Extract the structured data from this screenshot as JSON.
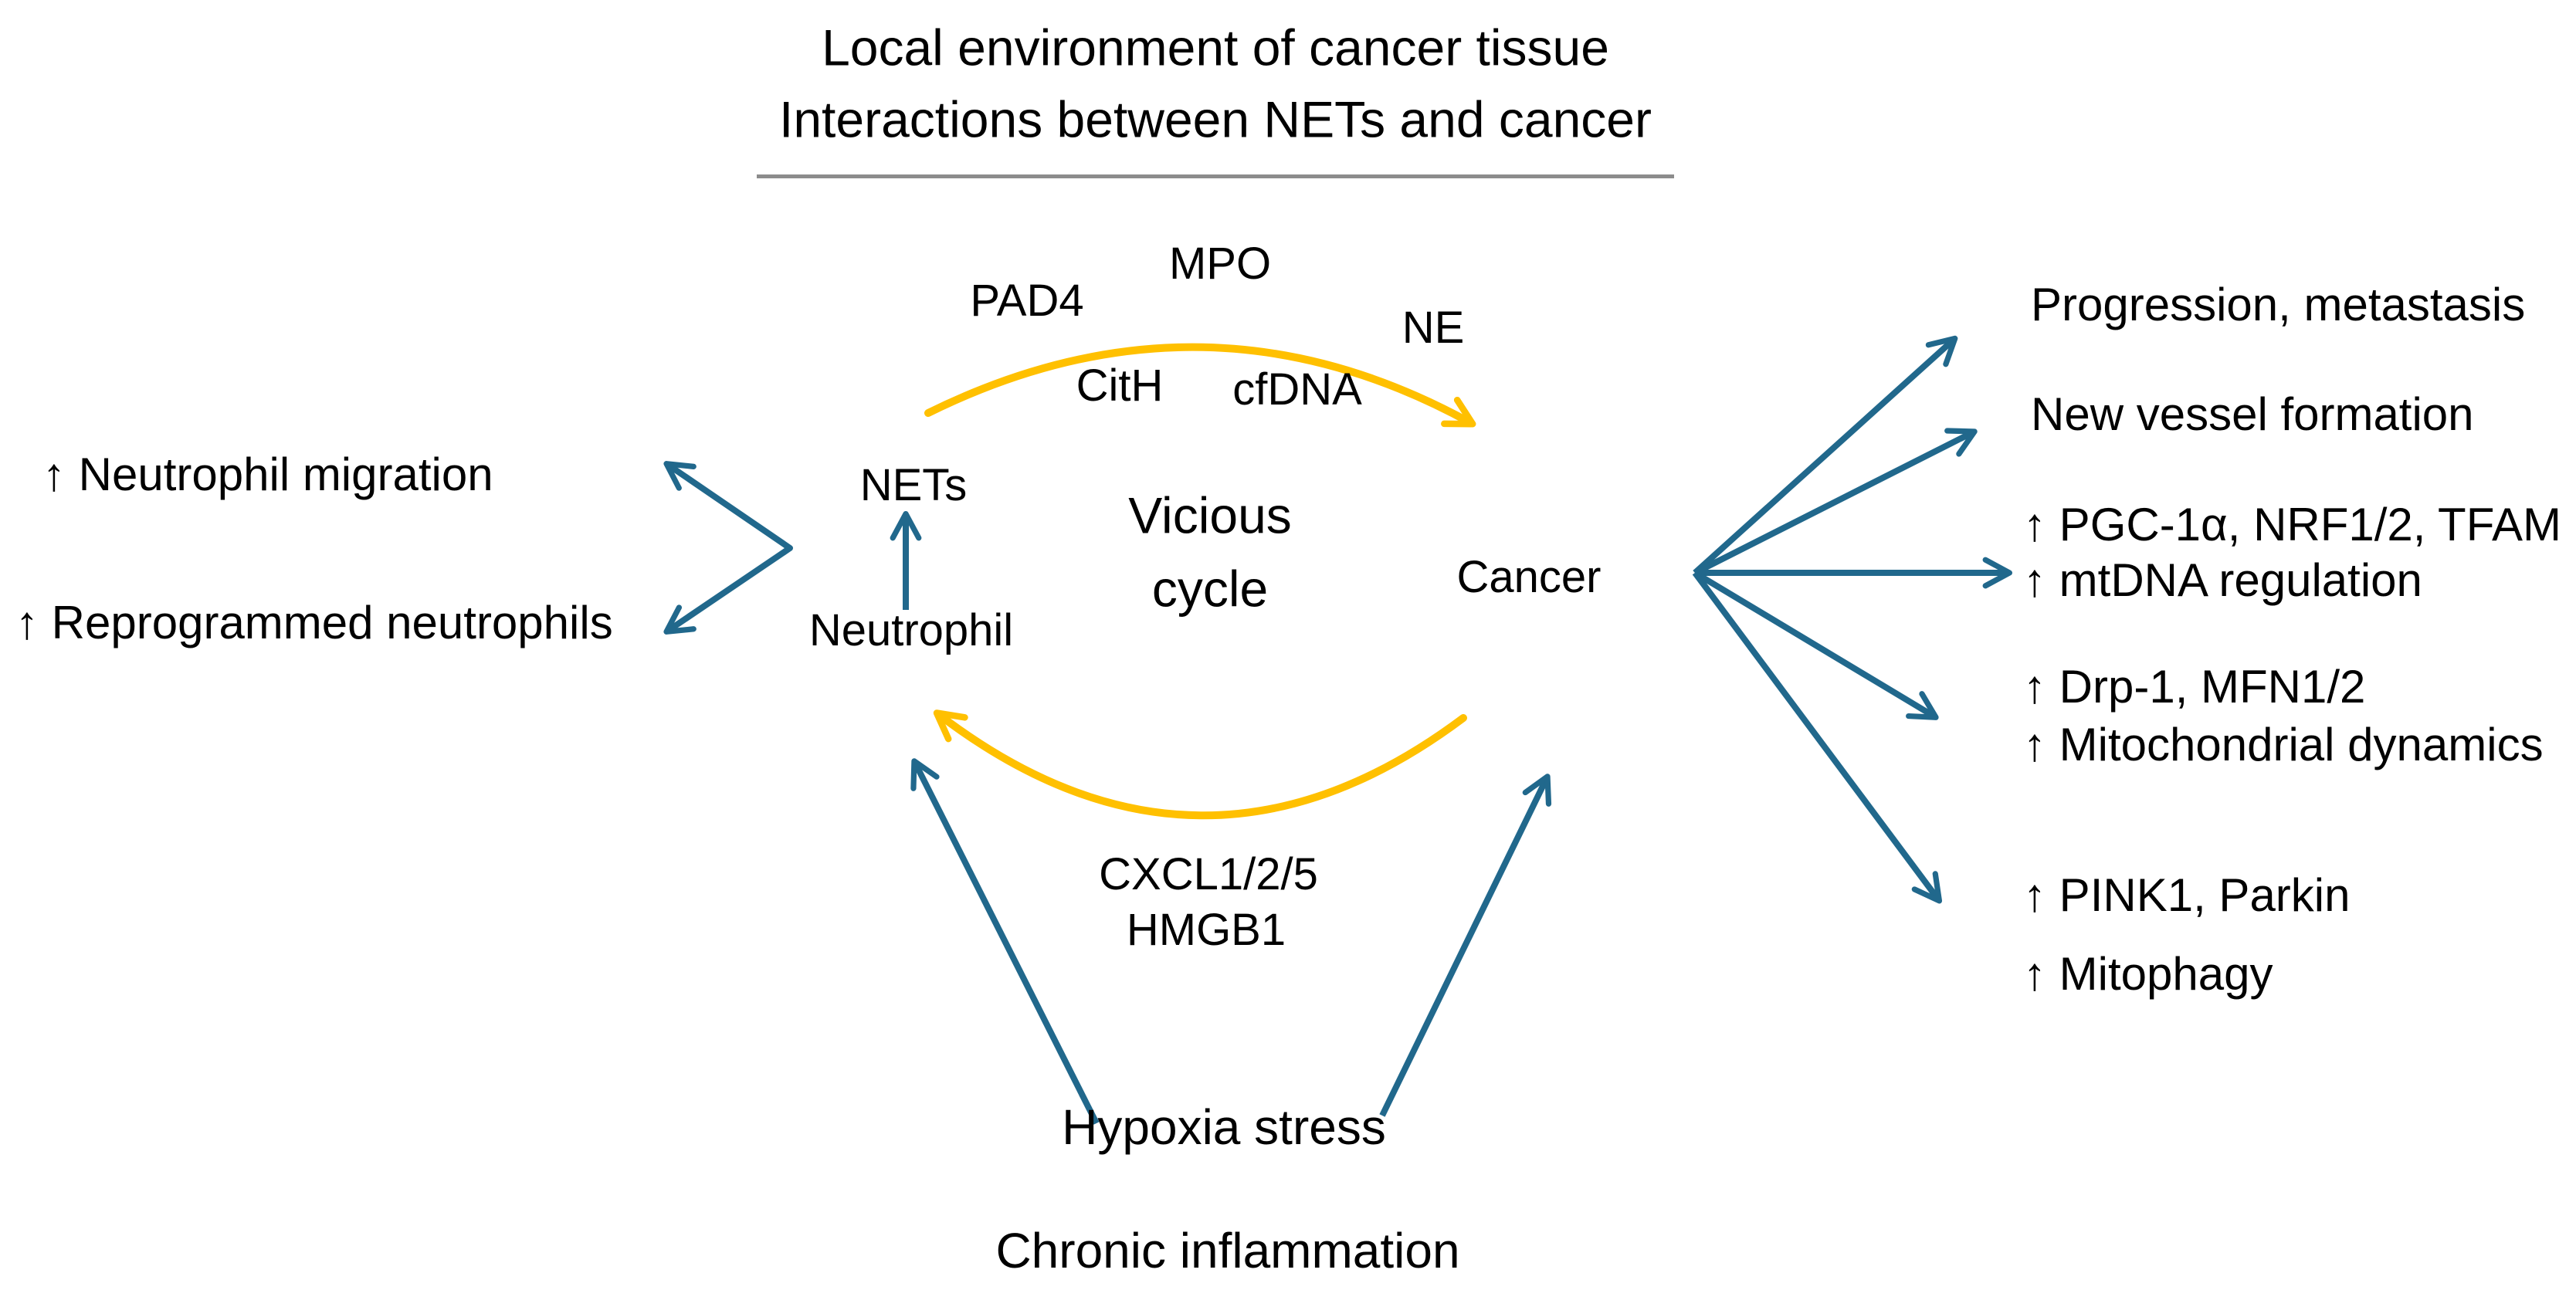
{
  "title": {
    "line1": "Local environment of cancer tissue",
    "line2": "Interactions between NETs and cancer"
  },
  "cycle": {
    "center_line1": "Vicious",
    "center_line2": "cycle",
    "top_mediators": {
      "pad4": "PAD4",
      "mpo": "MPO",
      "ne": "NE",
      "cith": "CitH",
      "cfdna": "cfDNA"
    },
    "bottom_mediators": {
      "cxcl": "CXCL1/2/5",
      "hmgb1": "HMGB1"
    }
  },
  "nodes": {
    "nets": "NETs",
    "neutrophil": "Neutrophil",
    "cancer": "Cancer"
  },
  "left_effects": [
    "↑ Neutrophil migration",
    "↑ Reprogrammed neutrophils"
  ],
  "right_effects": [
    "Progression, metastasis",
    "New vessel formation",
    "↑ PGC-1α, NRF1/2, TFAM",
    "↑ mtDNA regulation",
    "↑ Drp-1, MFN1/2",
    "↑ Mitochondrial dynamics",
    "↑ PINK1, Parkin",
    "↑ Mitophagy"
  ],
  "stressors": {
    "hypoxia": "Hypoxia stress",
    "inflammation": "Chronic inflammation"
  },
  "colors": {
    "cycle_arrow": "#FFC000",
    "effect_arrow": "#21688C",
    "divider": "#8C8C8C",
    "text": "#000000"
  }
}
